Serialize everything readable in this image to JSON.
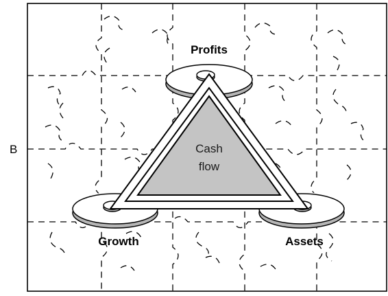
{
  "side_label": "B",
  "center_label": {
    "line1": "Cash",
    "line2": "flow"
  },
  "labels": {
    "top": "Profits",
    "left": "Growth",
    "right": "Assets"
  },
  "colors": {
    "frame": "#000000",
    "triangle_fill": "#c4c4c4",
    "disc_edge": "#b5b5b5",
    "background": "#ffffff"
  }
}
